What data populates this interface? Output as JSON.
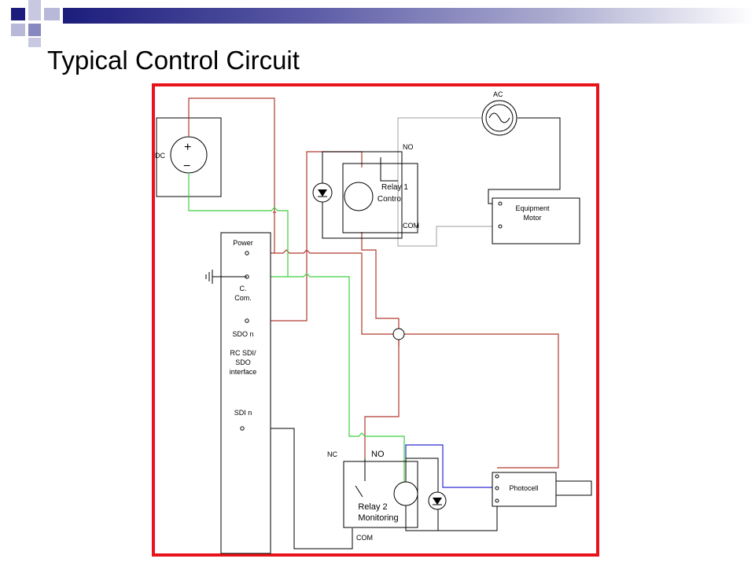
{
  "slide": {
    "title": "Typical Control Circuit"
  },
  "colors": {
    "border": "#e8141c",
    "title_bar_dark": "#1c1c7c",
    "wire_red": "#b03a2e",
    "wire_green": "#3ecf3e",
    "wire_gray": "#b0b0b0",
    "wire_blue": "#2a2ad0",
    "wire_black": "#000000"
  },
  "diagram": {
    "dc_source": {
      "label": "DC",
      "plus": "+",
      "minus": "−"
    },
    "ac_source": {
      "label": "AC"
    },
    "relay1": {
      "line1": "Relay 1",
      "line2": "Control",
      "no": "NO",
      "com": "COM"
    },
    "equipment": {
      "line1": "Equipment",
      "line2": "Motor"
    },
    "interface": {
      "power": "Power",
      "ccom_line1": "C.",
      "ccom_line2": "Com.",
      "sdo": "SDO n",
      "rc_line1": "RC SDI/",
      "rc_line2": "SDO",
      "rc_line3": "interface",
      "sdi": "SDI n"
    },
    "relay2": {
      "line1": "Relay 2",
      "line2": "Monitoring",
      "nc": "NC",
      "no": "NO",
      "com": "COM"
    },
    "photocell": {
      "label": "Photocell"
    }
  }
}
